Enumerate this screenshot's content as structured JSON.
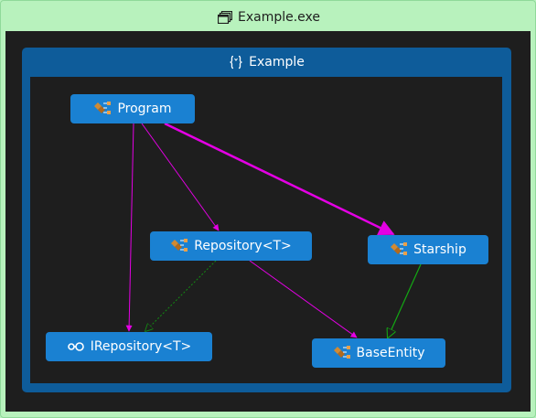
{
  "assembly": {
    "title": "Example.exe",
    "icon": "assembly-icon"
  },
  "namespace": {
    "title": "Example",
    "icon": "namespace-icon"
  },
  "nodes": {
    "program": {
      "label": "Program",
      "icon": "class-icon"
    },
    "repository": {
      "label": "Repository<T>",
      "icon": "class-icon"
    },
    "starship": {
      "label": "Starship",
      "icon": "class-icon"
    },
    "irepository": {
      "label": "IRepository<T>",
      "icon": "interface-icon"
    },
    "baseentity": {
      "label": "BaseEntity",
      "icon": "class-icon"
    }
  },
  "edges": [
    {
      "from": "program",
      "to": "irepository",
      "kind": "uses",
      "color": "#e400e4"
    },
    {
      "from": "program",
      "to": "repository",
      "kind": "uses",
      "color": "#e400e4"
    },
    {
      "from": "program",
      "to": "starship",
      "kind": "uses",
      "color": "#e400e4"
    },
    {
      "from": "repository",
      "to": "irepository",
      "kind": "implements",
      "color": "#138a13"
    },
    {
      "from": "repository",
      "to": "baseentity",
      "kind": "uses",
      "color": "#e400e4"
    },
    {
      "from": "starship",
      "to": "baseentity",
      "kind": "inherits",
      "color": "#13a813"
    }
  ],
  "colors": {
    "assembly_bg": "#b8f2bd",
    "namespace_bg": "#0e5c9a",
    "node_bg": "#1a81d2",
    "canvas_bg": "#1e1e1e"
  }
}
